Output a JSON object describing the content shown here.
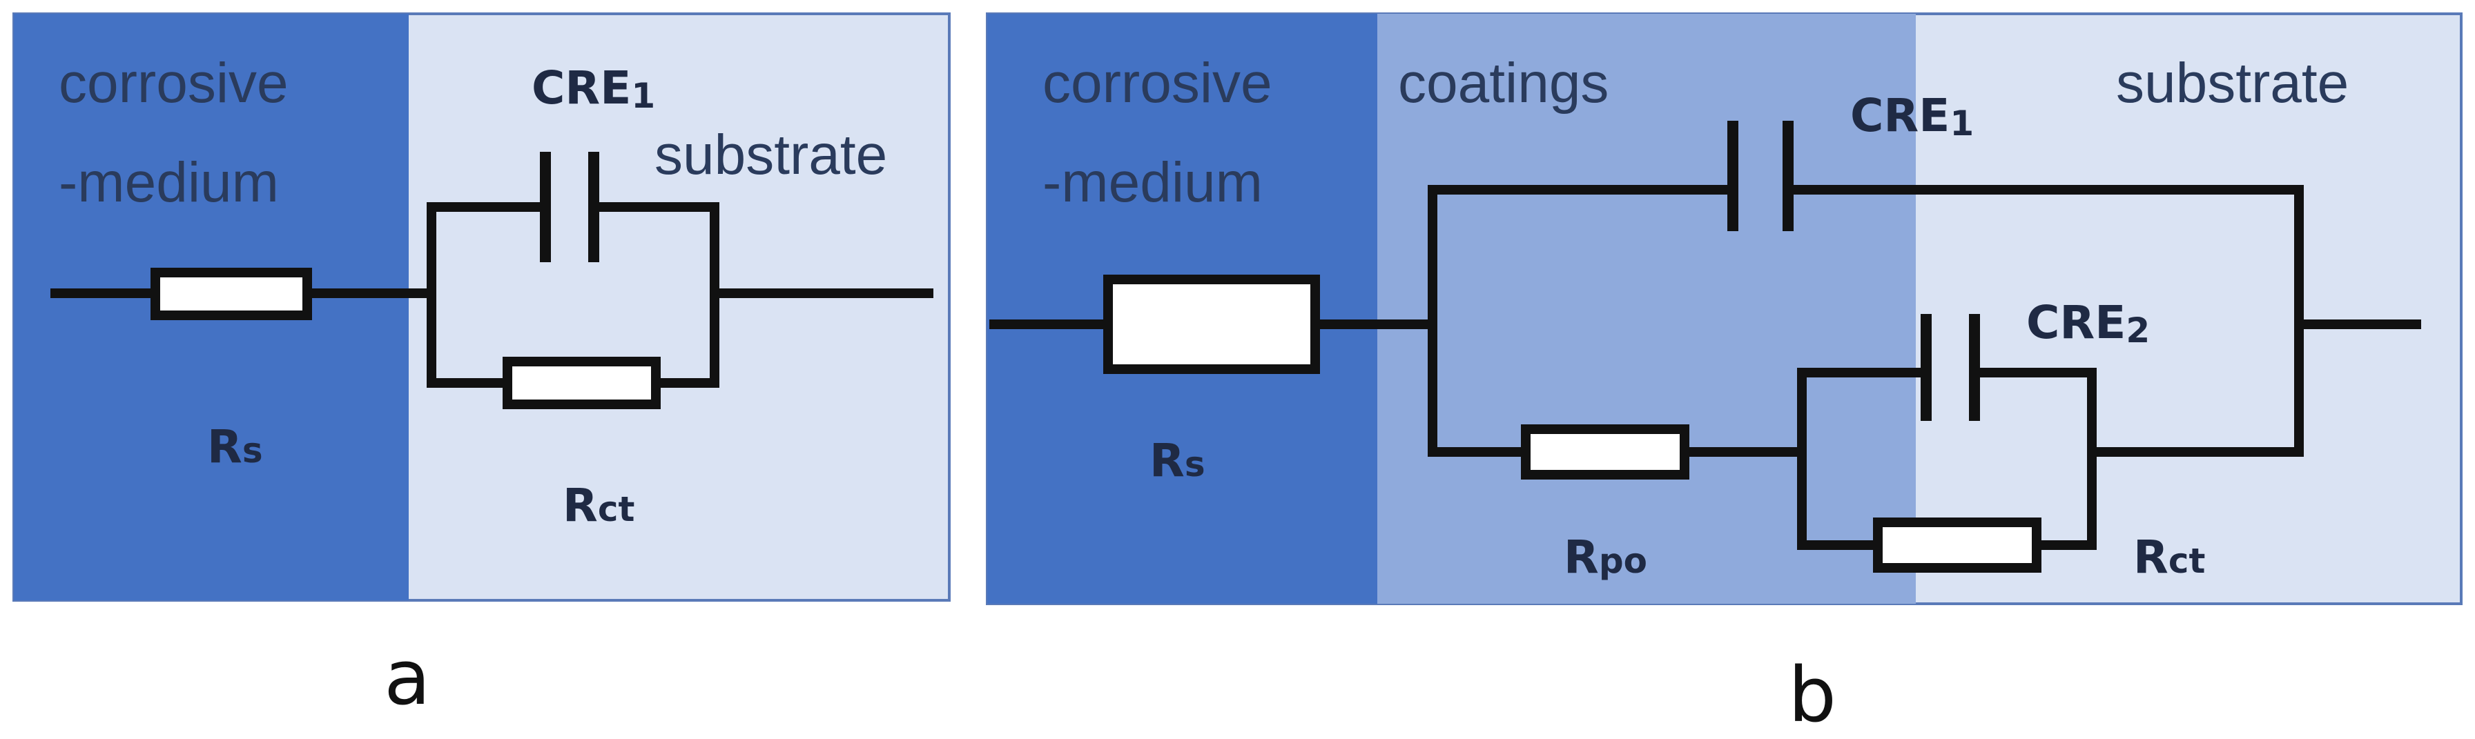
{
  "panel_a": {
    "label": "a",
    "regions": {
      "medium_line1": "corrosive",
      "medium_line2": "-medium",
      "substrate": "substrate"
    },
    "components": {
      "rs": {
        "main": "R",
        "sub": "s"
      },
      "cre1": {
        "main": "CRE",
        "sub": "1"
      },
      "rct": {
        "main": "R",
        "sub": "ct"
      }
    },
    "colors": {
      "medium": "#4472c4",
      "substrate": "#dae3f3"
    }
  },
  "panel_b": {
    "label": "b",
    "regions": {
      "medium_line1": "corrosive",
      "medium_line2": "-medium",
      "coatings": "coatings",
      "substrate": "substrate"
    },
    "components": {
      "rs": {
        "main": "R",
        "sub": "s"
      },
      "cre1": {
        "main": "CRE",
        "sub": "1"
      },
      "cre2": {
        "main": "CRE",
        "sub": "2"
      },
      "rpo": {
        "main": "R",
        "sub": "po"
      },
      "rct": {
        "main": "R",
        "sub": "ct"
      }
    },
    "colors": {
      "medium": "#4472c4",
      "coatings": "#8faadc",
      "substrate": "#dae3f3"
    }
  }
}
